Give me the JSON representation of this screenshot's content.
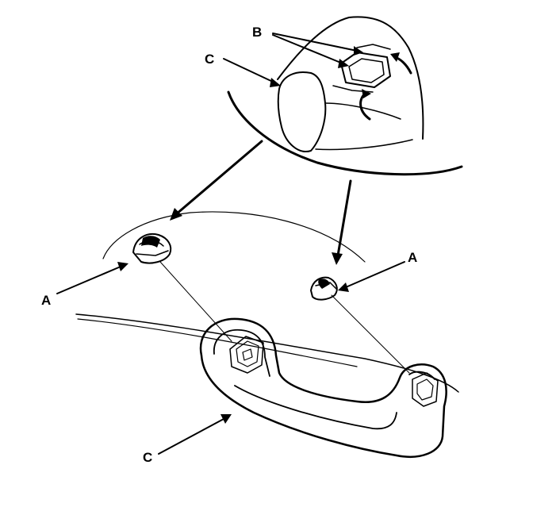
{
  "labels": {
    "clip_a_left": "A",
    "clip_a_right": "A",
    "clip_b": "B",
    "handle_c_detail": "C",
    "handle_c_main": "C"
  },
  "colors": {
    "line": "#000000",
    "background": "#ffffff"
  }
}
